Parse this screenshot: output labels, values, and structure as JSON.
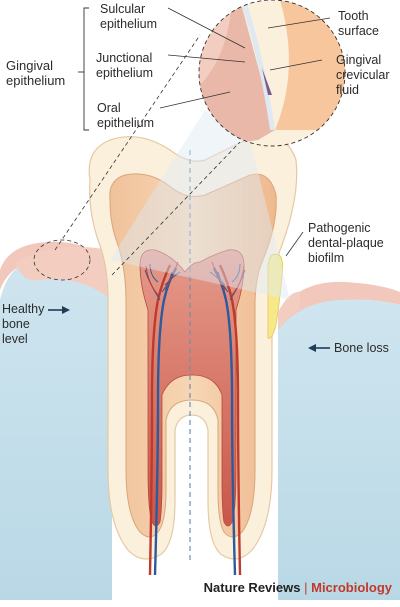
{
  "labels": {
    "sulcular": [
      "Sulcular",
      "epithelium"
    ],
    "junctional": [
      "Junctional",
      "epithelium"
    ],
    "oral": [
      "Oral",
      "epithelium"
    ],
    "gingival_epithelium": [
      "Gingival",
      "epithelium"
    ],
    "tooth_surface": [
      "Tooth",
      "surface"
    ],
    "gingival_fluid": [
      "Gingival",
      "crevicular",
      "fluid"
    ],
    "plaque": [
      "Pathogenic",
      "dental-plaque",
      "biofilm"
    ],
    "healthy_bone": [
      "Healthy",
      "bone",
      "level"
    ],
    "bone_loss": "Bone loss"
  },
  "credit": {
    "journal": "Nature Reviews",
    "separator": "|",
    "section": "Microbiology"
  },
  "colors": {
    "bone": "#c6dfeb",
    "gum": "#f4cdc1",
    "enamel": "#fbf0dc",
    "dentin": "#f2c6a0",
    "pulp": "#d97a6e",
    "plaque": "#f7e98a",
    "artery": "#c0392b",
    "vein": "#2e5a9c"
  }
}
